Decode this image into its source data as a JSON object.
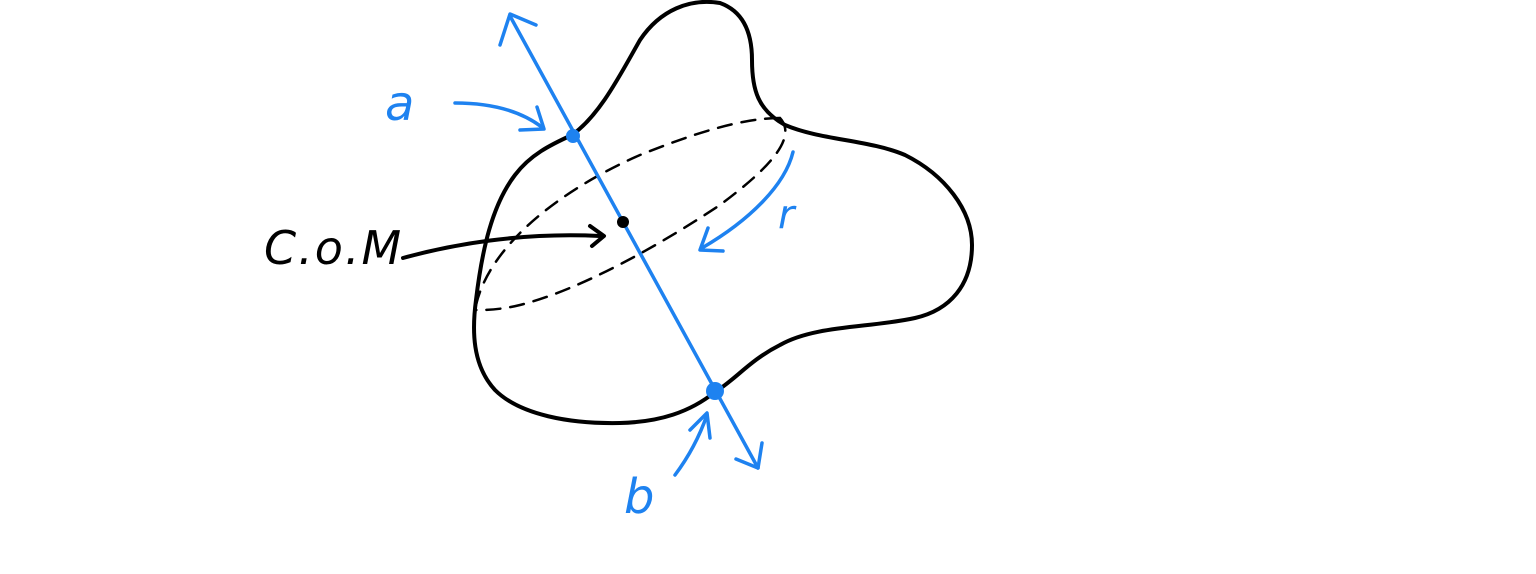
{
  "colors": {
    "ink": "#000000",
    "accent": "#1e82f0"
  },
  "labels": {
    "a": "a",
    "b": "b",
    "r": "r",
    "com": "C.o.M"
  }
}
